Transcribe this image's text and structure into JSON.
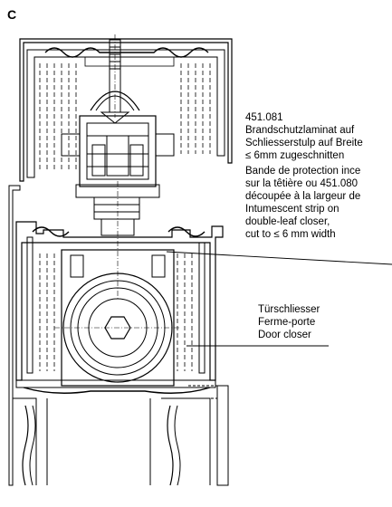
{
  "panel_letter": "C",
  "label_fire_strip": {
    "lines": [
      "451.081",
      "Brandschutzlaminat auf",
      "Schliesserstulp auf Breite",
      "≤ 6mm zugeschnitten"
    ]
  },
  "label_fire_strip_fr_en": {
    "lines": [
      "Bande de protection ince",
      "sur la têtière ou 451.080",
      "découpée à la largeur de",
      "Intumescent strip on",
      "double-leaf closer,",
      "cut to ≤ 6 mm width"
    ]
  },
  "label_door_closer": {
    "lines": [
      "Türschliesser",
      "Ferme-porte",
      "Door closer"
    ]
  }
}
